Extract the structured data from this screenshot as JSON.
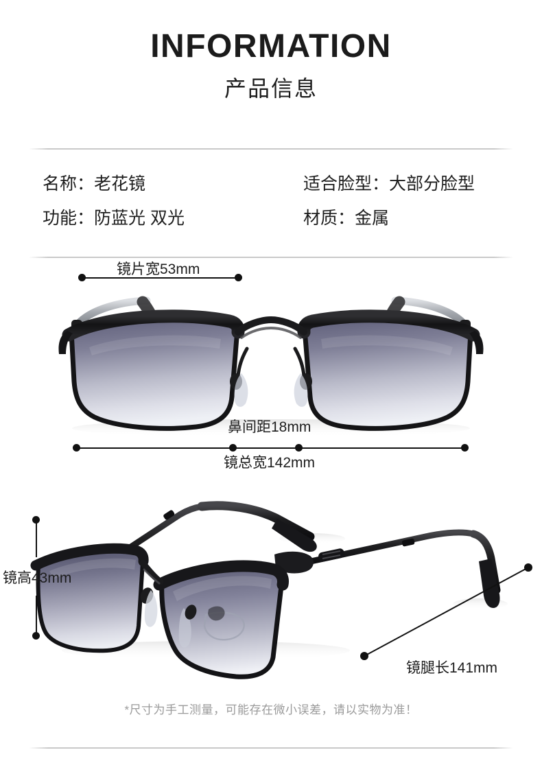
{
  "header": {
    "title_en": "INFORMATION",
    "title_cn": "产品信息"
  },
  "specs": {
    "rows": [
      {
        "left": {
          "label": "名称：",
          "value": "老花镜"
        },
        "right": {
          "label": "适合脸型：",
          "value": "大部分脸型"
        }
      },
      {
        "left": {
          "label": "功能：",
          "value": "防蓝光 双光"
        },
        "right": {
          "label": "材质：",
          "value": "金属"
        }
      }
    ]
  },
  "measurements": {
    "lens_width": {
      "label": "镜片宽53mm",
      "value": 53,
      "unit": "mm",
      "name": "镜片宽"
    },
    "bridge": {
      "label": "鼻间距18mm",
      "value": 18,
      "unit": "mm",
      "name": "鼻间距"
    },
    "total_width": {
      "label": "镜总宽142mm",
      "value": 142,
      "unit": "mm",
      "name": "镜总宽"
    },
    "lens_height": {
      "label": "镜高43mm",
      "value": 43,
      "unit": "mm",
      "name": "镜高"
    },
    "temple_length": {
      "label": "镜腿长141mm",
      "value": 141,
      "unit": "mm",
      "name": "镜腿长"
    }
  },
  "product": {
    "front_view_alt": "老花镜正面图",
    "side_view_alt": "老花镜侧面图",
    "colors": {
      "frame": "#1c1c1e",
      "metal_temple": "#b9bcc1",
      "lens_top": "#62627d",
      "lens_bottom": "#e8e9f0",
      "accent_line": "#111111",
      "divider": "#c9c9c9",
      "footnote": "#9a9a9a"
    }
  },
  "footnote": "*尺寸为手工测量，可能存在微小误差，请以实物为准！"
}
